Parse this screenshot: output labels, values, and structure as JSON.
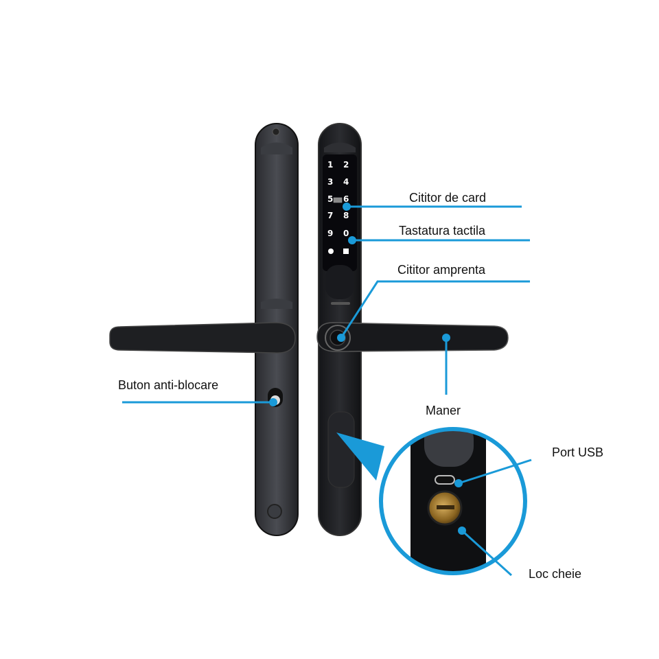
{
  "diagram": {
    "subject": "Smart door lock with keypad, fingerprint reader and handle",
    "accent_color": "#1a9ad8",
    "body_color": "#1b1c1f",
    "keypad": {
      "keys": [
        "1",
        "2",
        "3",
        "4",
        "5",
        "6",
        "7",
        "8",
        "9",
        "0"
      ],
      "icons": [
        "bell-icon",
        "lock-unlock-icon"
      ]
    },
    "labels": {
      "card_reader": "Cititor de card",
      "touch_keypad": "Tastatura tactila",
      "fingerprint_reader": "Cititor amprenta",
      "anti_lock_button": "Buton anti-blocare",
      "handle": "Maner",
      "usb_port": "Port USB",
      "key_slot": "Loc cheie"
    }
  }
}
